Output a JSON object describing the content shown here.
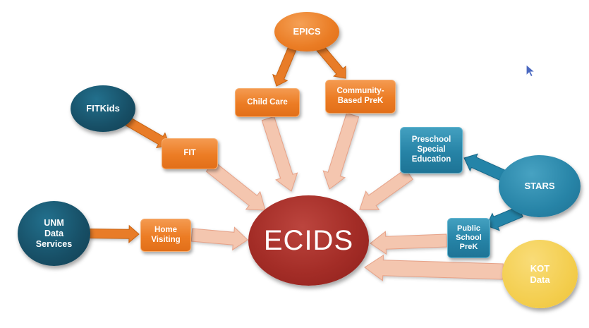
{
  "diagram": {
    "center": {
      "label": "ECIDS"
    },
    "ellipses": {
      "epics": {
        "label": "EPICS"
      },
      "fitkids": {
        "label": "FITKids"
      },
      "unm": {
        "label": "UNM\nData\nServices"
      },
      "stars": {
        "label": "STARS"
      },
      "kot": {
        "label": "KOT\nData"
      }
    },
    "boxes": {
      "child_care": {
        "label": "Child Care"
      },
      "community_prek": {
        "label": "Community-\nBased PreK"
      },
      "fit": {
        "label": "FIT"
      },
      "home_visiting": {
        "label": "Home\nVisiting"
      },
      "preschool_sped": {
        "label": "Preschool\nSpecial\nEducation"
      },
      "public_prek": {
        "label": "Public\nSchool\nPreK"
      }
    },
    "colors": {
      "orange": "#EC7C24",
      "dark_teal": "#174F66",
      "teal": "#2683A6",
      "red": "#A42D27",
      "yellow": "#F3CD4C",
      "salmon_arrow": "#F4C6AF"
    }
  }
}
